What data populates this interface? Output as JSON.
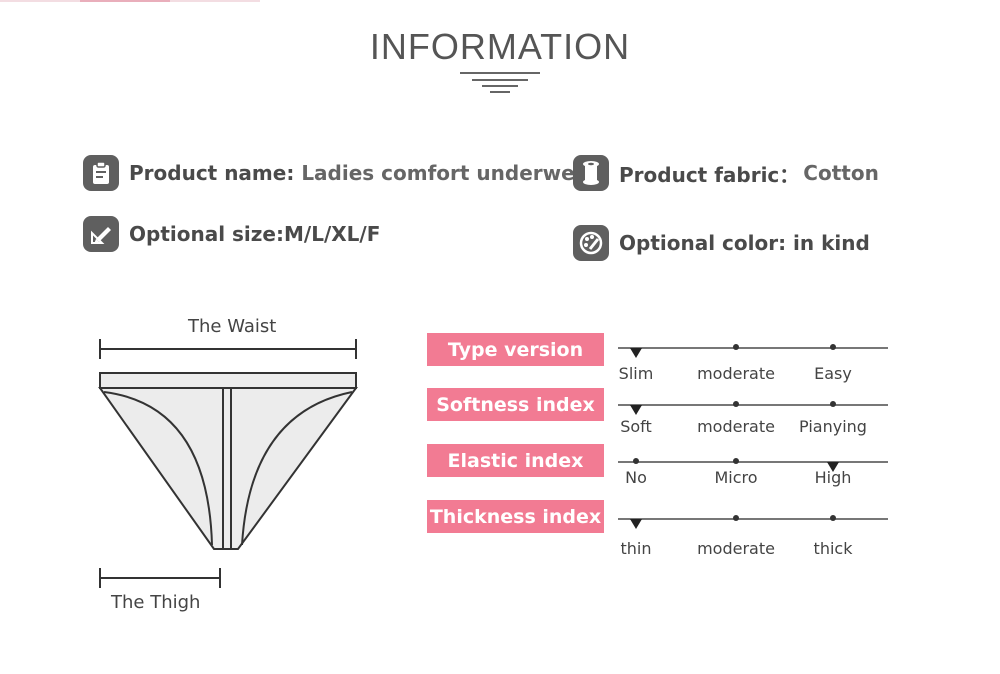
{
  "title": "INFORMATION",
  "info": {
    "product_name_label": "Product name: ",
    "product_name_value": "Ladies comfort underwear",
    "fabric_label": "Product fabric：",
    "fabric_value": "Cotton",
    "size_label": "Optional size:M/L/XL/F",
    "color_label": "Optional color: in kind"
  },
  "diagram": {
    "waist_label": "The  Waist",
    "thigh_label": "The Thigh"
  },
  "indices": [
    {
      "label": "Type version",
      "options": [
        "Slim",
        "moderate",
        "Easy"
      ],
      "selected": 0
    },
    {
      "label": "Softness index",
      "options": [
        "Soft",
        "moderate",
        "Pianying"
      ],
      "selected": 0
    },
    {
      "label": "Elastic index",
      "options": [
        "No",
        "Micro",
        "High"
      ],
      "selected": 2
    },
    {
      "label": "Thickness index",
      "options": [
        "thin",
        "moderate",
        "thick"
      ],
      "selected": 0
    }
  ],
  "colors": {
    "accent": "#f27b93",
    "icon_bg": "#5f5f5f",
    "text": "#4a4a4a"
  }
}
